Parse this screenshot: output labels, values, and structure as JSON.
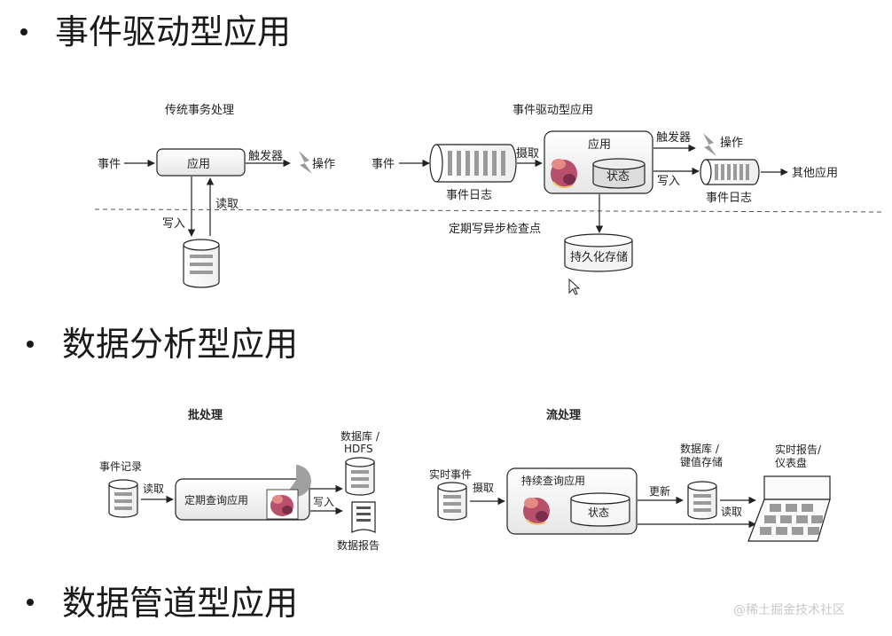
{
  "sections": [
    {
      "title": "事件驱动型应用"
    },
    {
      "title": "数据分析型应用"
    },
    {
      "title": "数据管道型应用"
    }
  ],
  "event_driven": {
    "traditional": {
      "title": "传统事务处理",
      "event": "事件",
      "app": "应用",
      "trigger": "触发器",
      "action": "操作",
      "write": "写入",
      "read": "读取"
    },
    "eda": {
      "title": "事件驱动型应用",
      "event": "事件",
      "event_log_in": "事件日志",
      "ingest": "摄取",
      "app": "应用",
      "state": "状态",
      "trigger": "触发器",
      "action": "操作",
      "write": "写入",
      "event_log_out": "事件日志",
      "other_apps": "其他应用",
      "checkpoint": "定期写异步检查点",
      "storage": "持久化存储"
    }
  },
  "analytics": {
    "batch": {
      "title": "批处理",
      "event_record": "事件记录",
      "read": "读取",
      "query_app": "定期查询应用",
      "db_hdfs_1": "数据库 /",
      "db_hdfs_2": "HDFS",
      "write": "写入",
      "report": "数据报告"
    },
    "stream": {
      "title": "流处理",
      "realtime_event": "实时事件",
      "ingest": "摄取",
      "cont_query": "持续查询应用",
      "state": "状态",
      "update": "更新",
      "kv_1": "数据库 /",
      "kv_2": "键值存储",
      "read": "读取",
      "rt_report_1": "实时报告/",
      "rt_report_2": "仪表盘"
    }
  },
  "watermark": "@稀土掘金技术社区"
}
